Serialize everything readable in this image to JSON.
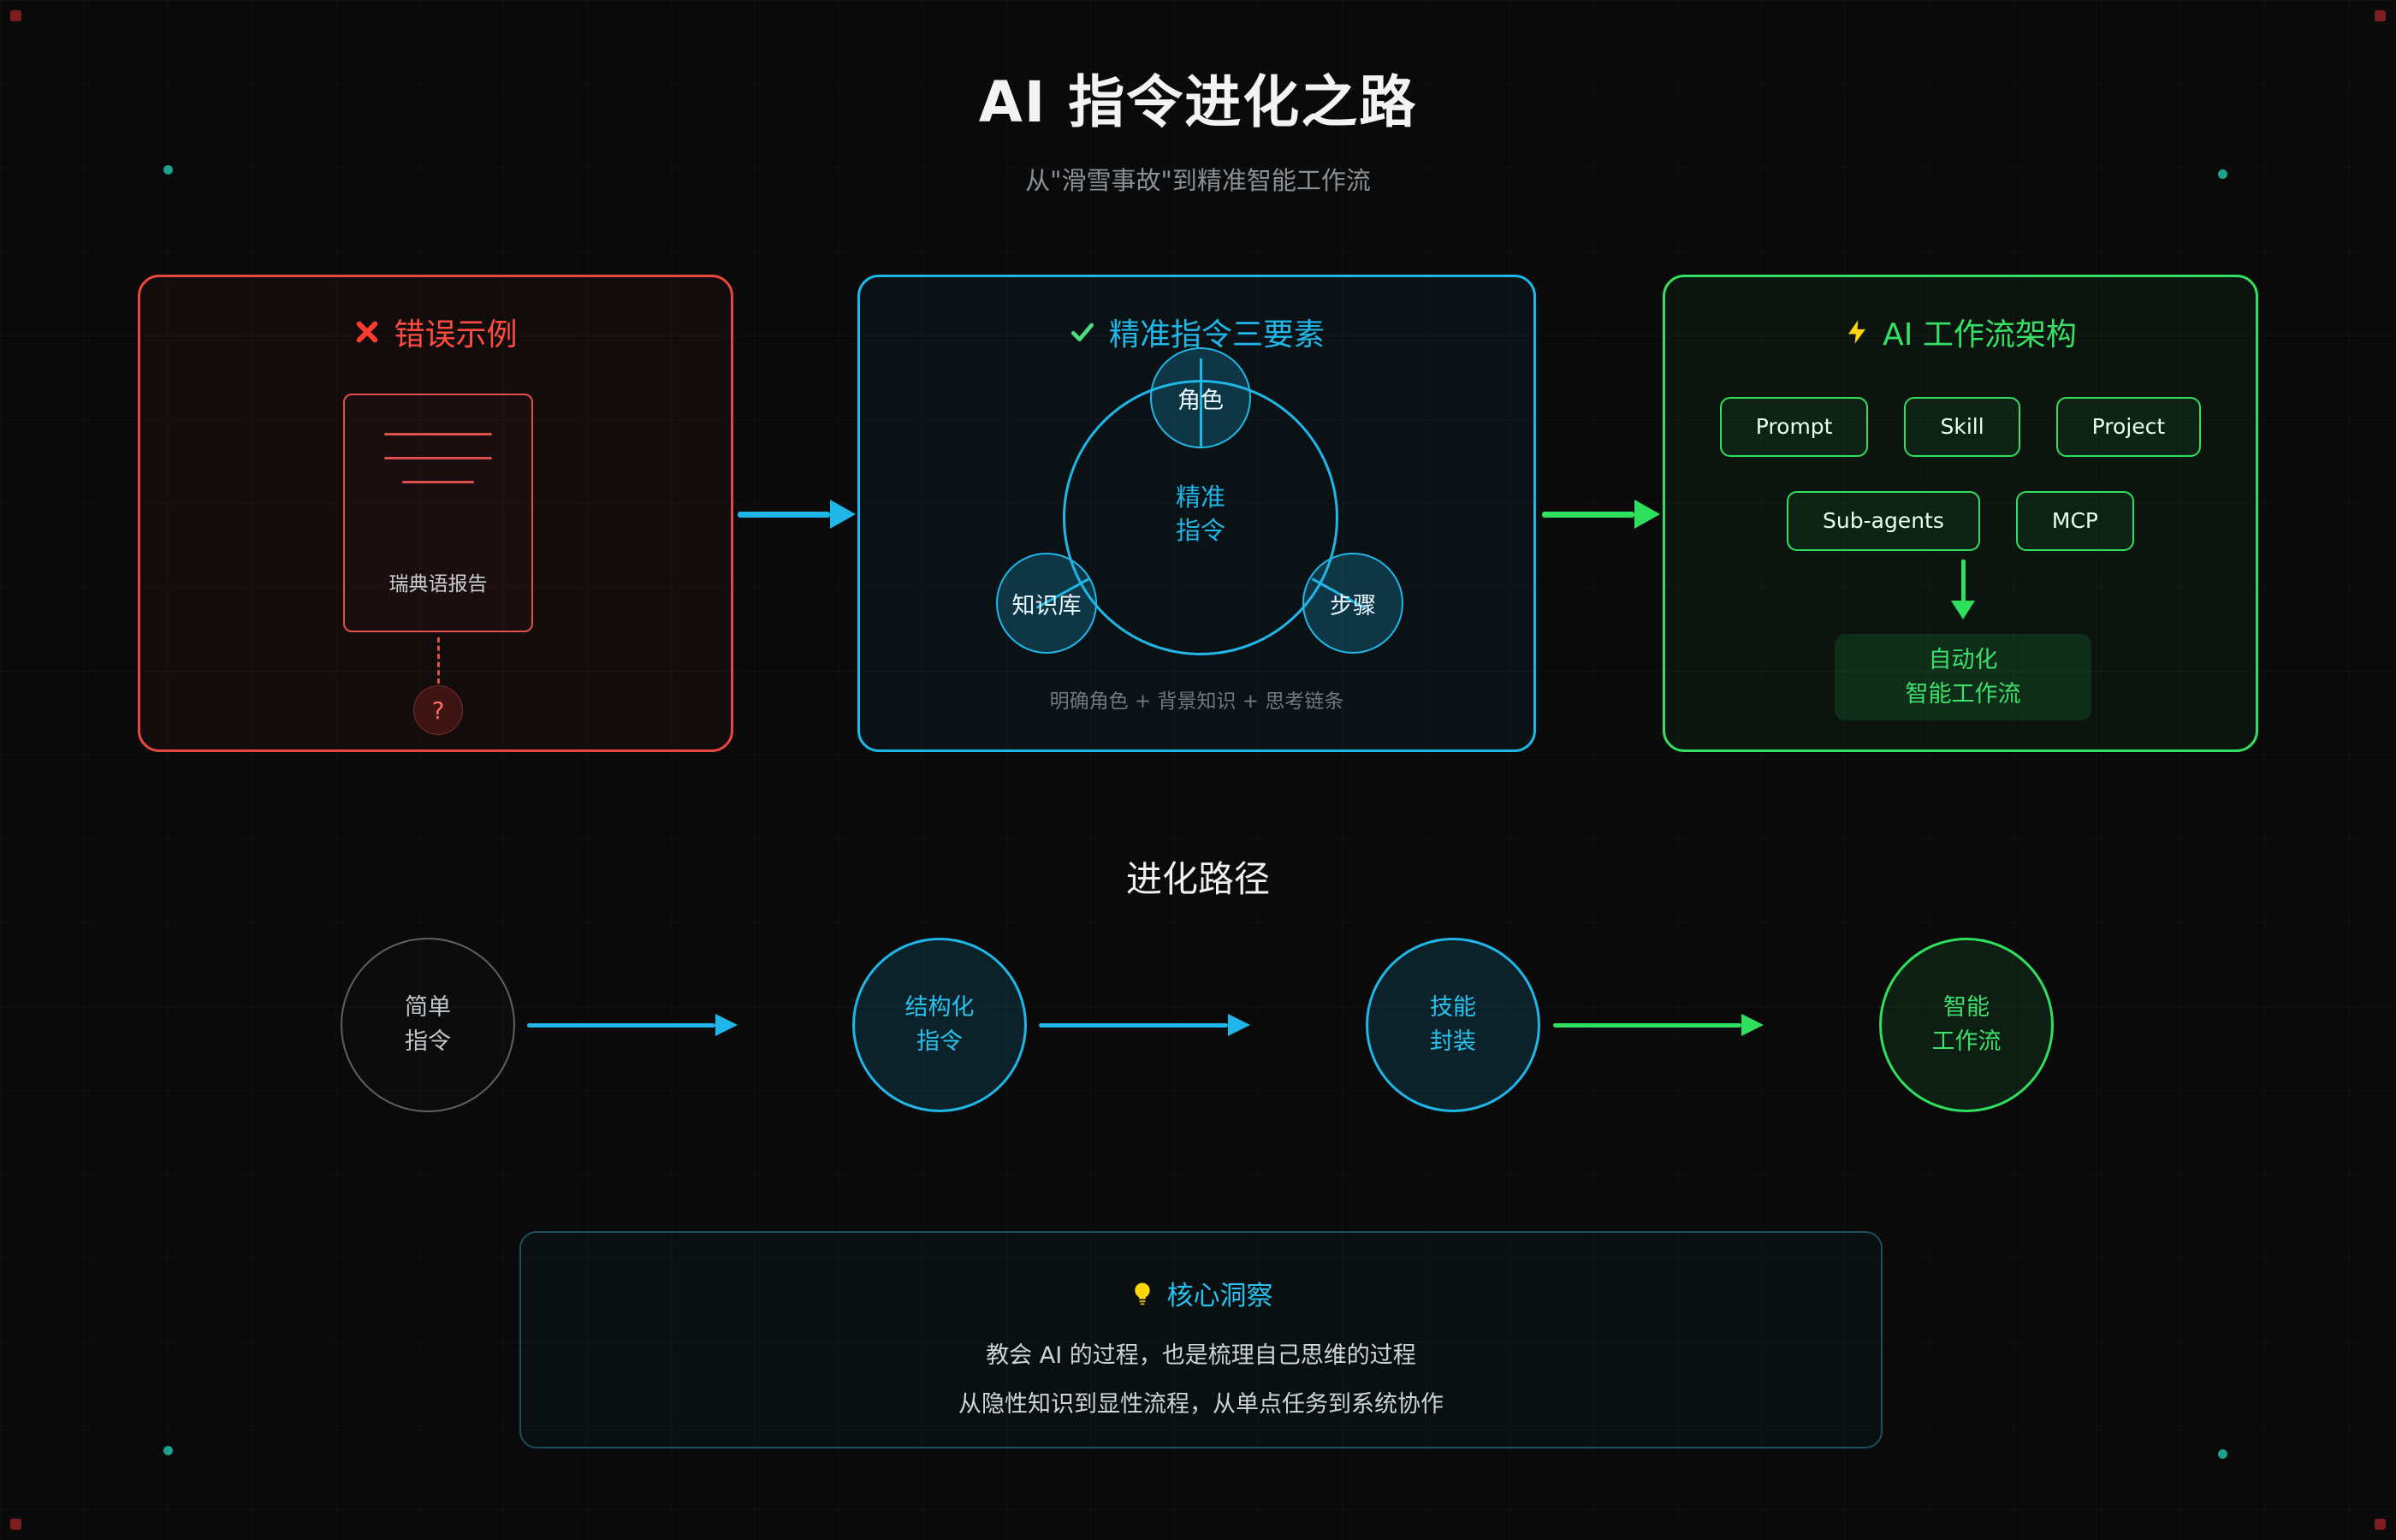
{
  "page": {
    "title": "AI 指令进化之路",
    "subtitle": "从\"滑雪事故\"到精准智能工作流"
  },
  "icons": {
    "error": "✕",
    "check": "✓",
    "lightning": "⚡",
    "bulb": "💡",
    "question": "?"
  },
  "panels": {
    "error": {
      "title": "错误示例",
      "card_label": "瑞典语报告",
      "question_mark": "?"
    },
    "precise": {
      "title": "精准指令三要素",
      "center_line1": "精准",
      "center_line2": "指令",
      "node_top": "角色",
      "node_left": "知识库",
      "node_right": "步骤",
      "caption": "明确角色 + 背景知识 + 思考链条"
    },
    "workflow": {
      "title": "AI 工作流架构",
      "chips_row1": [
        "Prompt",
        "Skill",
        "Project"
      ],
      "chips_row2": [
        "Sub-agents",
        "MCP"
      ],
      "result_line1": "自动化",
      "result_line2": "智能工作流"
    }
  },
  "evolution": {
    "title": "进化路径",
    "stages": [
      {
        "line1": "简单",
        "line2": "指令"
      },
      {
        "line1": "结构化",
        "line2": "指令"
      },
      {
        "line1": "技能",
        "line2": "封装"
      },
      {
        "line1": "智能",
        "line2": "工作流"
      }
    ]
  },
  "insight": {
    "title": "核心洞察",
    "line1": "教会 AI 的过程，也是梳理自己思维的过程",
    "line2": "从隐性知识到显性流程，从单点任务到系统协作"
  },
  "colors": {
    "background": "#0a0a0b",
    "red": "#e8473d",
    "cyan": "#1fb6e8",
    "green": "#2fe05f",
    "yellow": "#ffd60a",
    "muted_text": "#8a9196"
  }
}
